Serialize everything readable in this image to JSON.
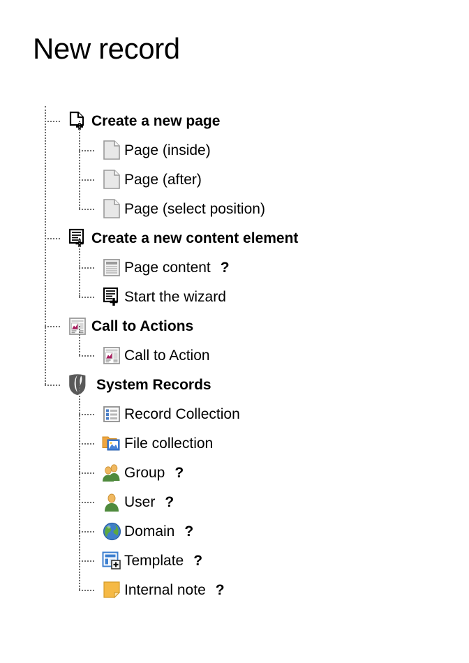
{
  "page": {
    "title": "New record"
  },
  "tree": {
    "nodes": [
      {
        "label": "Create a new page",
        "icon": "page-new-icon",
        "level": 0,
        "bold": true,
        "help": ""
      },
      {
        "label": "Page (inside)",
        "icon": "page-icon",
        "level": 1,
        "bold": false,
        "help": ""
      },
      {
        "label": "Page (after)",
        "icon": "page-icon",
        "level": 1,
        "bold": false,
        "help": ""
      },
      {
        "label": "Page (select position)",
        "icon": "page-icon",
        "level": 1,
        "bold": false,
        "help": ""
      },
      {
        "label": "Create a new content element",
        "icon": "content-new-icon",
        "level": 0,
        "bold": true,
        "help": ""
      },
      {
        "label": "Page content",
        "icon": "page-content-icon",
        "level": 1,
        "bold": false,
        "help": "?"
      },
      {
        "label": "Start the wizard",
        "icon": "content-new-icon",
        "level": 1,
        "bold": false,
        "help": ""
      },
      {
        "label": "Call to Actions",
        "icon": "call-to-action-icon",
        "level": 0,
        "bold": true,
        "help": ""
      },
      {
        "label": "Call to Action",
        "icon": "call-to-action-icon",
        "level": 1,
        "bold": false,
        "help": ""
      },
      {
        "label": "System Records",
        "icon": "typo3-shield-icon",
        "level": 0,
        "bold": true,
        "help": ""
      },
      {
        "label": "Record Collection",
        "icon": "record-collection-icon",
        "level": 1,
        "bold": false,
        "help": ""
      },
      {
        "label": "File collection",
        "icon": "file-collection-icon",
        "level": 1,
        "bold": false,
        "help": ""
      },
      {
        "label": "Group",
        "icon": "group-icon",
        "level": 1,
        "bold": false,
        "help": "?"
      },
      {
        "label": "User",
        "icon": "user-icon",
        "level": 1,
        "bold": false,
        "help": "?"
      },
      {
        "label": "Domain",
        "icon": "domain-globe-icon",
        "level": 1,
        "bold": false,
        "help": "?"
      },
      {
        "label": "Template",
        "icon": "template-icon",
        "level": 1,
        "bold": false,
        "help": "?"
      },
      {
        "label": "Internal note",
        "icon": "internal-note-icon",
        "level": 1,
        "bold": false,
        "help": "?"
      }
    ]
  },
  "colors": {
    "text": "#000000",
    "tree_line": "#6e6e6e",
    "page_icon_fill": "#e8e8e8",
    "page_icon_border": "#9a9a9a",
    "folder_orange": "#f0a640",
    "image_blue": "#3b7dd8",
    "chart_magenta": "#a8185c",
    "shield_gray": "#595959",
    "note_orange": "#f5b945",
    "person_head": "#f0b860",
    "person_body": "#4f8a3d",
    "globe_blue": "#3f7fc9",
    "globe_green": "#5da83f",
    "template_blue": "#3c7fd0"
  }
}
